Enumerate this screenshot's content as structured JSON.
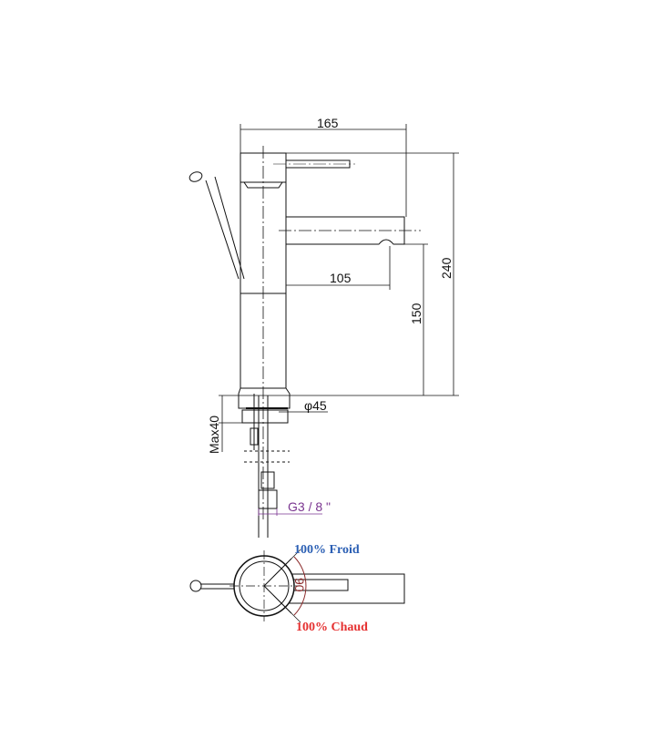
{
  "dimensions": {
    "width_total": "165",
    "height_total": "240",
    "spout_height": "150",
    "spout_reach": "105",
    "base_diameter": "φ45",
    "max_thickness": "Max40",
    "thread": "G3 / 8 \""
  },
  "plan_view": {
    "cold_label": "100% Froid",
    "hot_label": "100% Chaud",
    "angle": "90"
  },
  "colors": {
    "cold": "#2b5fb4",
    "hot": "#e53030",
    "angle": "#8b2a2a",
    "thread": "#7a3590"
  }
}
